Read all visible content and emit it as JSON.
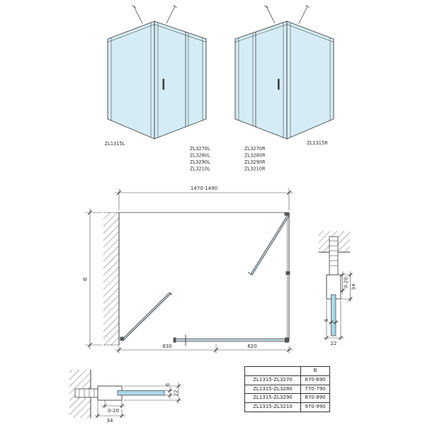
{
  "views": {
    "left": {
      "side_panel_label": "ZL1315L",
      "door_models": [
        "ZL3270L",
        "ZL3280L",
        "ZL3290L",
        "ZL3210L"
      ]
    },
    "right": {
      "side_panel_label": "ZL1315R",
      "door_models": [
        "ZL3270R",
        "ZL3280R",
        "ZL3290R",
        "ZL3210R"
      ]
    }
  },
  "plan": {
    "total_width": "1470-1490",
    "depth_label": "B",
    "segment_left": "830",
    "segment_right": "620"
  },
  "wall_profile_detail_right": {
    "adjustment": "0-20",
    "profile_width": "34",
    "glass_thickness": "6",
    "profile_depth": "22"
  },
  "wall_profile_detail_bottom": {
    "adjustment": "0-20",
    "profile_width": "34",
    "glass_thickness": "6",
    "profile_depth": "22"
  },
  "size_table": {
    "header_b": "B",
    "rows": [
      {
        "combination": "ZL1315-ZL3270",
        "b_range": "670-690"
      },
      {
        "combination": "ZL1315-ZL3280",
        "b_range": "770-790"
      },
      {
        "combination": "ZL1315-ZL3290",
        "b_range": "870-890"
      },
      {
        "combination": "ZL1315-ZL3210",
        "b_range": "970-990"
      }
    ]
  },
  "colors": {
    "glass": "#d5ecf6",
    "glass_accent": "#a9d7ea",
    "line": "#3d3d3d"
  }
}
